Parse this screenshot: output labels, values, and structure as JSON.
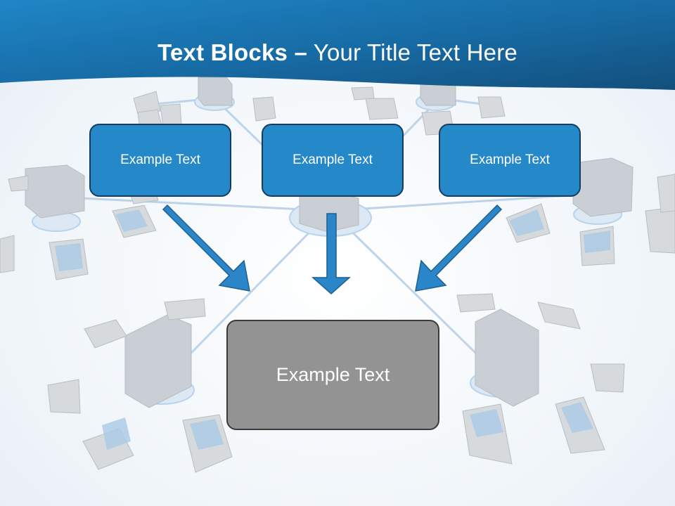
{
  "title": {
    "bold_part": "Text Blocks",
    "dash": "–",
    "regular_part": "Your Title Text Here"
  },
  "blocks": [
    {
      "label": "Example Text"
    },
    {
      "label": "Example Text"
    },
    {
      "label": "Example Text"
    }
  ],
  "target_block": {
    "label": "Example Text"
  },
  "colors": {
    "header_blue": "#1a6fa8",
    "box_blue": "#2588c8",
    "box_border": "#163d5e",
    "target_gray": "#939393",
    "arrow_blue": "#2a86c8"
  }
}
